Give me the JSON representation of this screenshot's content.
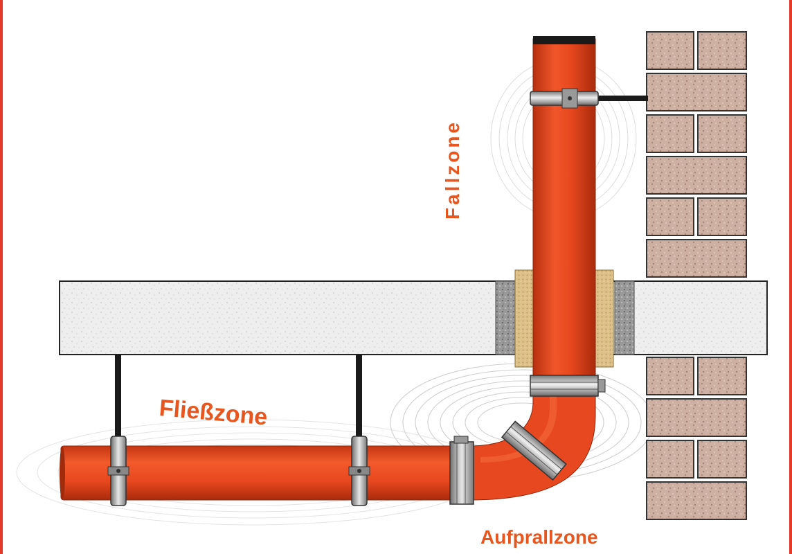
{
  "labels": {
    "fall_zone": "Fallzone",
    "flow_zone": "Fließzone",
    "impact_zone": "Aufprallzone"
  },
  "colors": {
    "pipe": "#e8481f",
    "pipe_dark": "#b8300f",
    "label": "#e8561f",
    "frame": "#e53a2a",
    "slab": "#ececec",
    "brick": "#cfb3a5",
    "insulation": "#e0c58d"
  }
}
